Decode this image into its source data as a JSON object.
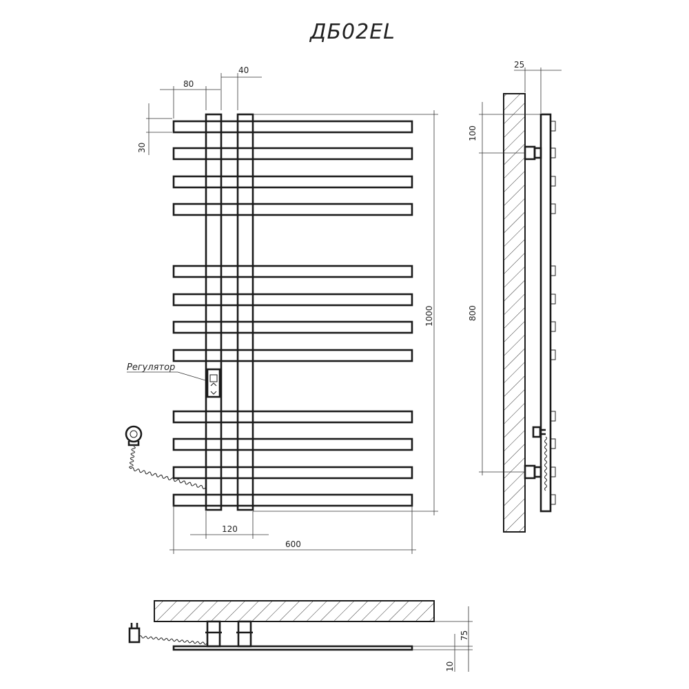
{
  "title": "ДБ02EL",
  "labels": {
    "regulator": "Регулятор"
  },
  "dimensions": {
    "pipe_gap": "40",
    "pipe_offset": "80",
    "top_gap": "30",
    "total_height": "1000",
    "pipe_spacing": "120",
    "total_width": "600",
    "wall_offset": "25",
    "top_mount": "100",
    "mount_spacing": "800",
    "depth": "75",
    "bar_thickness": "10"
  },
  "colors": {
    "line": "#1a1a1a",
    "background": "#ffffff"
  }
}
